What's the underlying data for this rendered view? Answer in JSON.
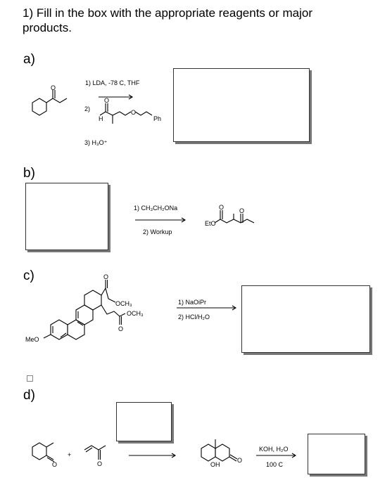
{
  "question": {
    "line1": "1) Fill in the box with the appropriate reagents or major",
    "line2": "products."
  },
  "parts": {
    "a": {
      "label": "a)",
      "reagent1": "1) LDA, -78 C, THF",
      "reagent2_num": "2)",
      "reagent2_atoms": {
        "H": "H",
        "O": "O",
        "Ph": "Ph"
      },
      "reagent3": "3) H₃O⁺"
    },
    "b": {
      "label": "b)",
      "reagent1": "1) CH₃CH₂ONa",
      "reagent2": "2) Workup",
      "product_atom": "EtO"
    },
    "c": {
      "label": "c)",
      "reagent1": "1) NaOiPr",
      "reagent2": "2) HCl/H₂O",
      "sub_och3_1": "OCH₃",
      "sub_och3_2": "OCH₃",
      "sub_meo": "MeO"
    },
    "d": {
      "label": "d)",
      "plus": "+",
      "reagent1": "KOH, H₂O",
      "reagent2": "100 C",
      "oh_label": "OH"
    }
  }
}
